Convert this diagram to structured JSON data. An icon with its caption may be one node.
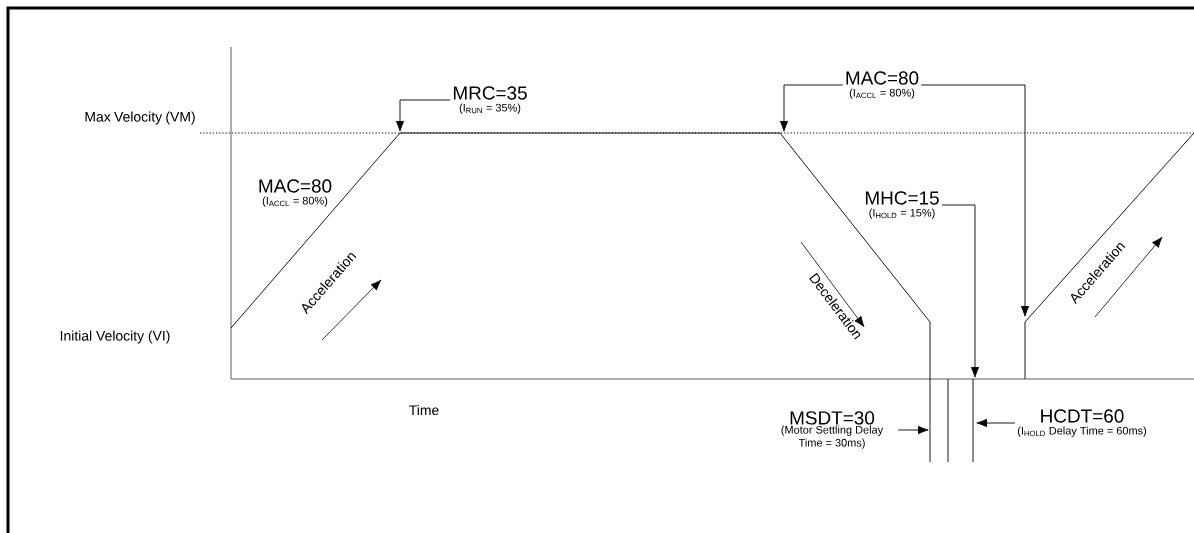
{
  "diagram": {
    "nodes": [
      {
        "text": [
          "MRC=35",
          "(I$_{RUN}$ = 35%)"
        ]
      },
      {
        "text": [
          "MAC=80",
          "(I$_{ACCL}$ = 80%)"
        ]
      },
      {
        "text": [
          "MAC=80",
          "(I$_{ACCL}$ = 80%)"
        ]
      },
      {
        "text": [
          "MHC=15",
          "(I$_{HOLD}$ = 15%)"
        ]
      },
      {
        "text": [
          "MSDT=30",
          "(Motor Settling Delay Time = 30ms)"
        ]
      },
      {
        "text": [
          "HCDT=60",
          "(I$_{HOLD}$ Delay Time = 60ms)"
        ]
      }
    ],
    "edges": [
      {
        "from": 0,
        "to": null,
        "arrow": "to"
      },
      {
        "from": 1,
        "to": null,
        "arrow": "to"
      },
      {
        "from": 1,
        "to": null,
        "arrow": "to"
      },
      {
        "from": 3,
        "to": null,
        "arrow": "to"
      },
      {
        "from": 4,
        "to": null,
        "arrow": "to"
      },
      {
        "from": 5,
        "to": null,
        "arrow": "to"
      }
    ],
    "labels": [
      "Max Velocity (VM)",
      "Initial Velocity (VI)",
      "Acceleration",
      "Deceleration",
      "Acceleration",
      "Time"
    ]
  }
}
